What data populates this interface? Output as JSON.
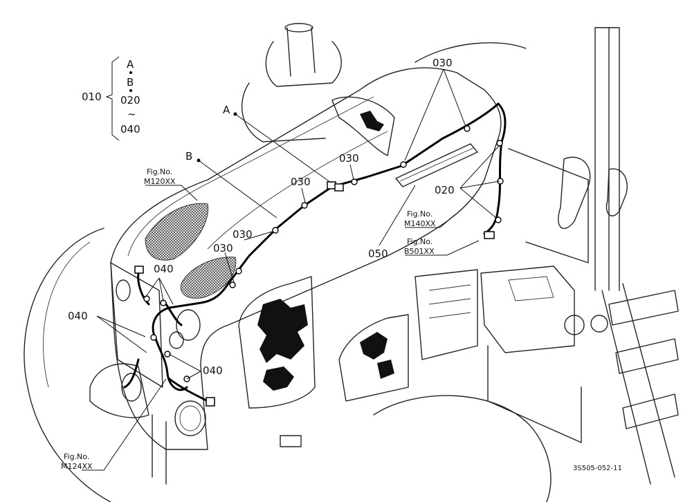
{
  "labels": {
    "group_010": "010",
    "group_a": "A",
    "group_b": "B",
    "group_020": "020",
    "group_tilde": "~",
    "group_040": "040",
    "ref_a": "A",
    "ref_b": "B",
    "part_030_top": "030",
    "part_030_mid": "030",
    "part_030_left": "030",
    "part_030_low1": "030",
    "part_030_low2": "030",
    "part_020": "020",
    "part_050": "050",
    "part_040_a": "040",
    "part_040_b": "040",
    "part_040_c": "040"
  },
  "figrefs": {
    "m120_fig": "Fig.No.",
    "m120_no": "M120XX",
    "m140_fig": "Fig.No.",
    "m140_no": "M140XX",
    "b501_fig": "Fig.No.",
    "b501_no": "B501XX",
    "m124_fig": "Fig.No.",
    "m124_no": "M124XX"
  },
  "drawing_number": "3S505-052-11"
}
